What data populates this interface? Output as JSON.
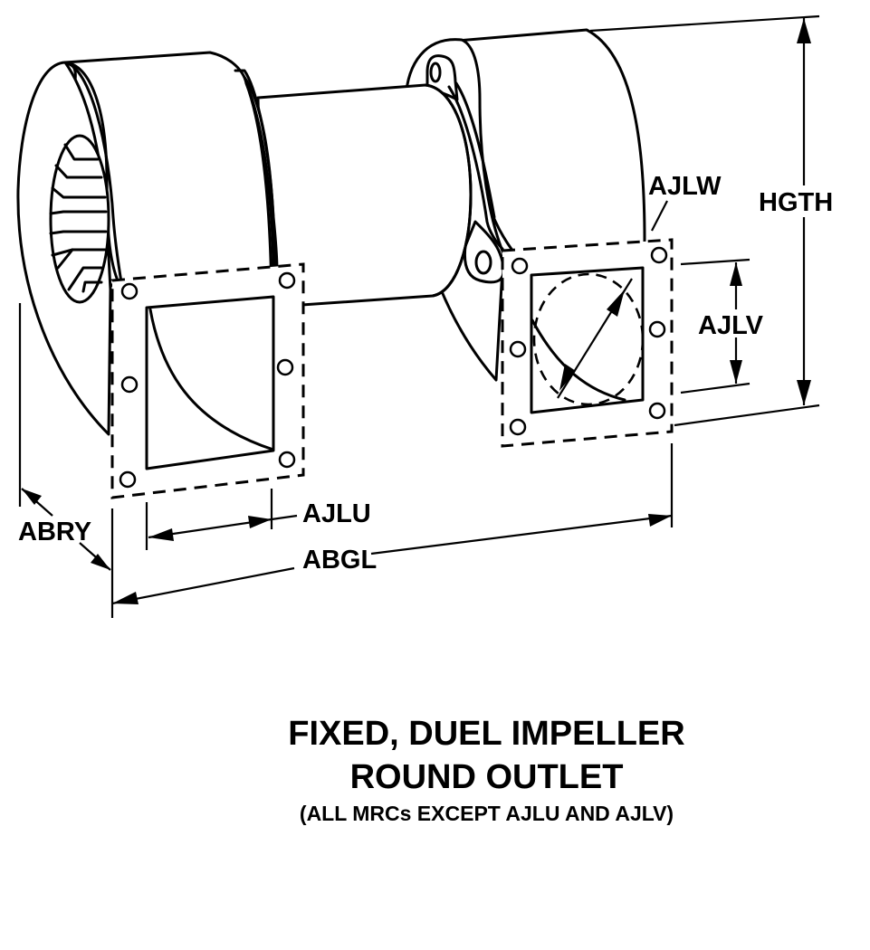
{
  "title": {
    "line1": "FIXED, DUEL IMPELLER",
    "line2": "ROUND OUTLET",
    "note": "(ALL MRCs EXCEPT AJLU AND AJLV)"
  },
  "dimensions": {
    "hgth": "HGTH",
    "ajlw": "AJLW",
    "ajlv": "AJLV",
    "ajlu": "AJLU",
    "abry": "ABRY",
    "abgl": "ABGL"
  },
  "colors": {
    "line": "#000000",
    "background": "#ffffff"
  }
}
